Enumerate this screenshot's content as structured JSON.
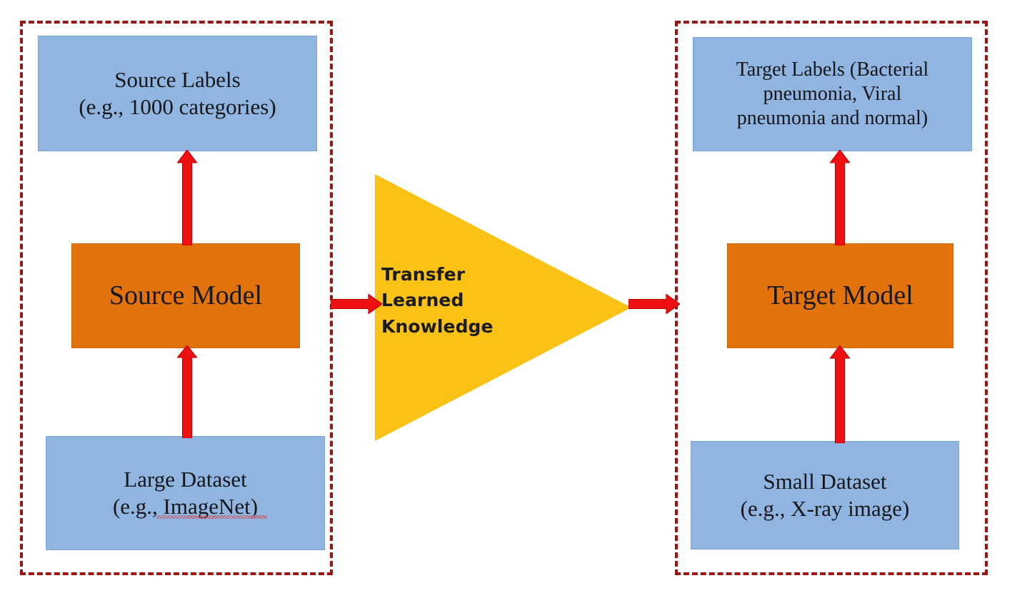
{
  "diagram": {
    "title": "Transfer learning from a source model to a target model",
    "colors": {
      "panel_border": "#9c1414",
      "box_blue": "#8fb5e0",
      "box_orange": "#e2730c",
      "triangle_yellow": "#f9c215",
      "arrow_red": "#ee1111",
      "text": "#17171b",
      "background": "#ffffff"
    },
    "panels": [
      {
        "name": "source-domain-panel",
        "label": ""
      },
      {
        "name": "target-domain-panel",
        "label": ""
      }
    ],
    "nodes": {
      "source_labels": {
        "line1": "Source Labels",
        "line2": "(e.g., 1000 categories)"
      },
      "source_model": {
        "line1": "Source Model"
      },
      "large_dataset": {
        "line1": "Large Dataset",
        "line2": "(e.g., ImageNet)"
      },
      "target_labels": {
        "line1": "Target Labels (Bacterial",
        "line2": "pneumonia, Viral",
        "line3": "pneumonia and normal)"
      },
      "target_model": {
        "line1": "Target Model"
      },
      "small_dataset": {
        "line1": "Small Dataset",
        "line2": "(e.g., X-ray image)"
      }
    },
    "transfer": {
      "label": "Transfer\nLearned\nKnowledge"
    },
    "arrows": [
      {
        "name": "arrow-large-dataset-to-source-model",
        "direction": "up"
      },
      {
        "name": "arrow-source-model-to-source-labels",
        "direction": "up"
      },
      {
        "name": "arrow-source-model-to-transfer",
        "direction": "right"
      },
      {
        "name": "arrow-transfer-to-target-model",
        "direction": "right"
      },
      {
        "name": "arrow-small-dataset-to-target-model",
        "direction": "up"
      },
      {
        "name": "arrow-target-model-to-target-labels",
        "direction": "up"
      }
    ]
  }
}
